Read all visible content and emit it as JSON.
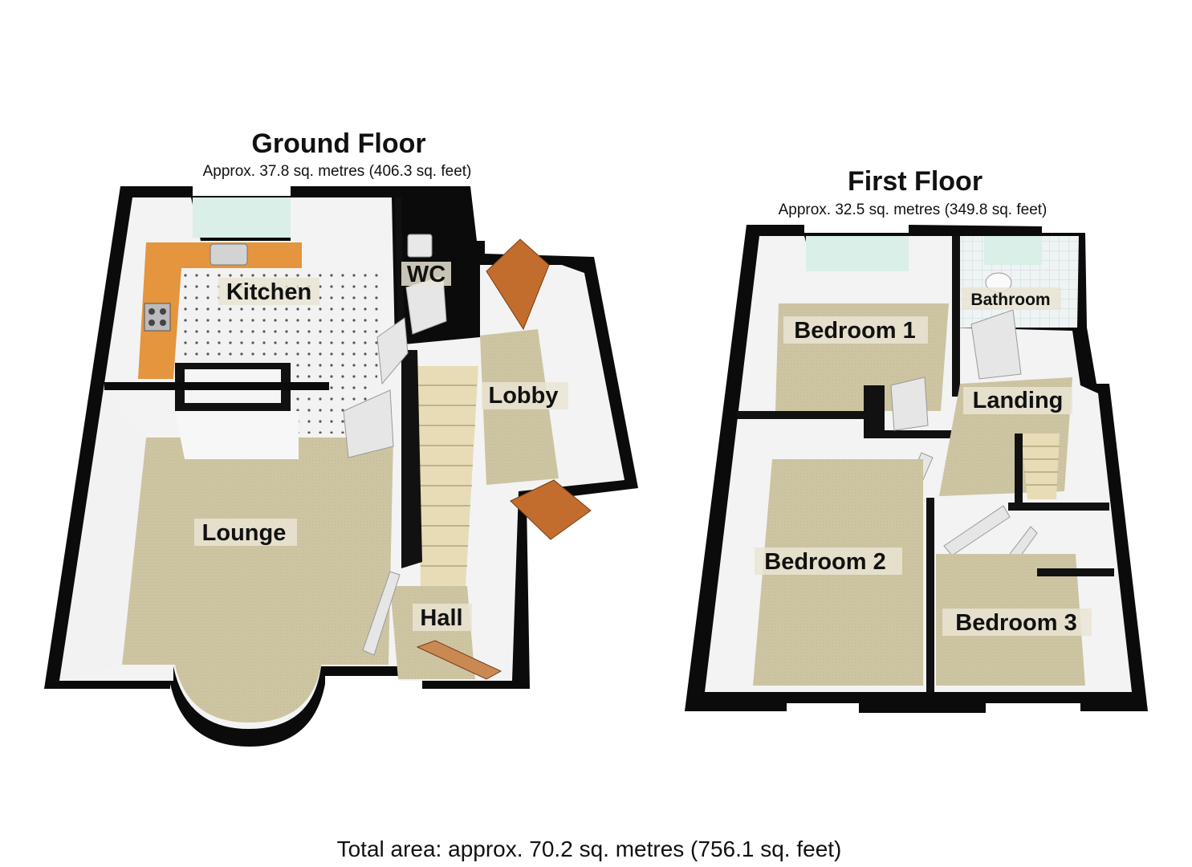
{
  "ground_floor": {
    "title": "Ground Floor",
    "area": "Approx. 37.8 sq. metres (406.3 sq. feet)",
    "rooms": {
      "kitchen": "Kitchen",
      "wc": "WC",
      "lobby": "Lobby",
      "lounge": "Lounge",
      "hall": "Hall"
    }
  },
  "first_floor": {
    "title": "First Floor",
    "area": "Approx. 32.5 sq. metres (349.8 sq. feet)",
    "rooms": {
      "bathroom": "Bathroom",
      "bedroom1": "Bedroom 1",
      "landing": "Landing",
      "bedroom2": "Bedroom 2",
      "bedroom3": "Bedroom 3"
    }
  },
  "total_area": "Total area: approx. 70.2 sq. metres (756.1 sq. feet)",
  "colors": {
    "wall": "#0b0b0b",
    "wall_face": "#f4f4f4",
    "carpet": "#cfc6a4",
    "worktop": "#e4953d",
    "door_wood": "#c26d2e",
    "door_white": "#e8e8e8",
    "window": "#d9efe8"
  }
}
